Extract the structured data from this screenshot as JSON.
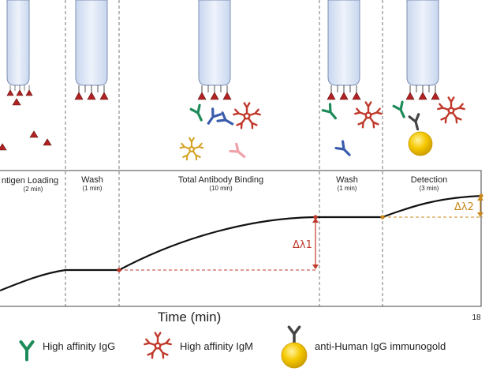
{
  "steps": [
    {
      "title": "ntigen Loading",
      "duration": "(2 min)"
    },
    {
      "title": "Wash",
      "duration": "(1 min)"
    },
    {
      "title": "Total Antibody Binding",
      "duration": "(10 min)"
    },
    {
      "title": "Wash",
      "duration": "(1 min)"
    },
    {
      "title": "Detection",
      "duration": "(3 min)"
    }
  ],
  "x_axis_label": "Time (min)",
  "x_tick_end": "18",
  "delta1": "Δλ1",
  "delta2": "Δλ2",
  "legend": [
    {
      "label": "High affinity IgG",
      "icon": "igg-icon"
    },
    {
      "label": "High affinity IgM",
      "icon": "igm-icon"
    },
    {
      "label": "anti-Human IgG immunogold",
      "icon": "immunogold-icon"
    }
  ],
  "colors": {
    "antigen": "#b22222",
    "igg_high": "#1e8b5a",
    "igg_blue": "#3a5cad",
    "igm_red": "#c0392b",
    "igm_gold": "#d4a020",
    "igg_pink": "#f0a0a8",
    "anti_igg": "#444444",
    "gold": "#f2c200",
    "curve": "#111111",
    "delta1": "#c0392b",
    "delta2": "#c8881a",
    "probe": "#dfe9f7"
  }
}
